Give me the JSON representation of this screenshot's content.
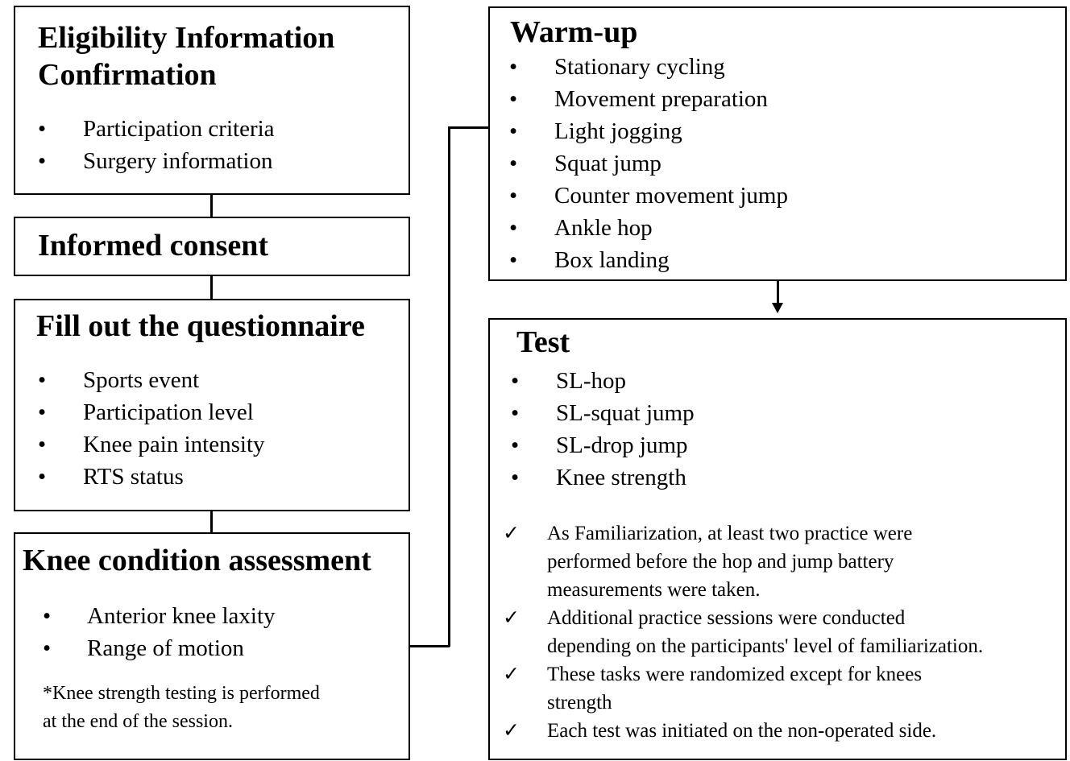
{
  "boxes": {
    "eligibility": {
      "title_line1": "Eligibility Information",
      "title_line2": "Confirmation",
      "items": [
        "Participation criteria",
        "Surgery information"
      ]
    },
    "consent": {
      "title": "Informed consent"
    },
    "questionnaire": {
      "title": "Fill out the questionnaire",
      "items": [
        "Sports event",
        "Participation level",
        "Knee pain intensity",
        "RTS status"
      ]
    },
    "knee": {
      "title": "Knee condition assessment",
      "items": [
        "Anterior knee laxity",
        "Range of motion"
      ],
      "note_line1": "*Knee strength testing is performed",
      "note_line2": "at the end of the session."
    },
    "warmup": {
      "title": "Warm-up",
      "items": [
        "Stationary cycling",
        "Movement preparation",
        "Light jogging",
        "Squat jump",
        "Counter movement jump",
        "Ankle hop",
        "Box landing"
      ]
    },
    "test": {
      "title": "Test",
      "items": [
        "SL-hop",
        "SL-squat jump",
        "SL-drop jump",
        "Knee strength"
      ],
      "checks": [
        [
          "As Familiarization, at least two practice were",
          "performed before the hop and jump battery",
          "measurements were taken."
        ],
        [
          "Additional practice sessions were conducted",
          "depending on the participants' level of familiarization."
        ],
        [
          "These tasks were randomized except for knees",
          "strength"
        ],
        [
          "Each test was initiated on the non-operated side."
        ]
      ]
    }
  },
  "symbols": {
    "bullet": "•",
    "check": "✓"
  }
}
